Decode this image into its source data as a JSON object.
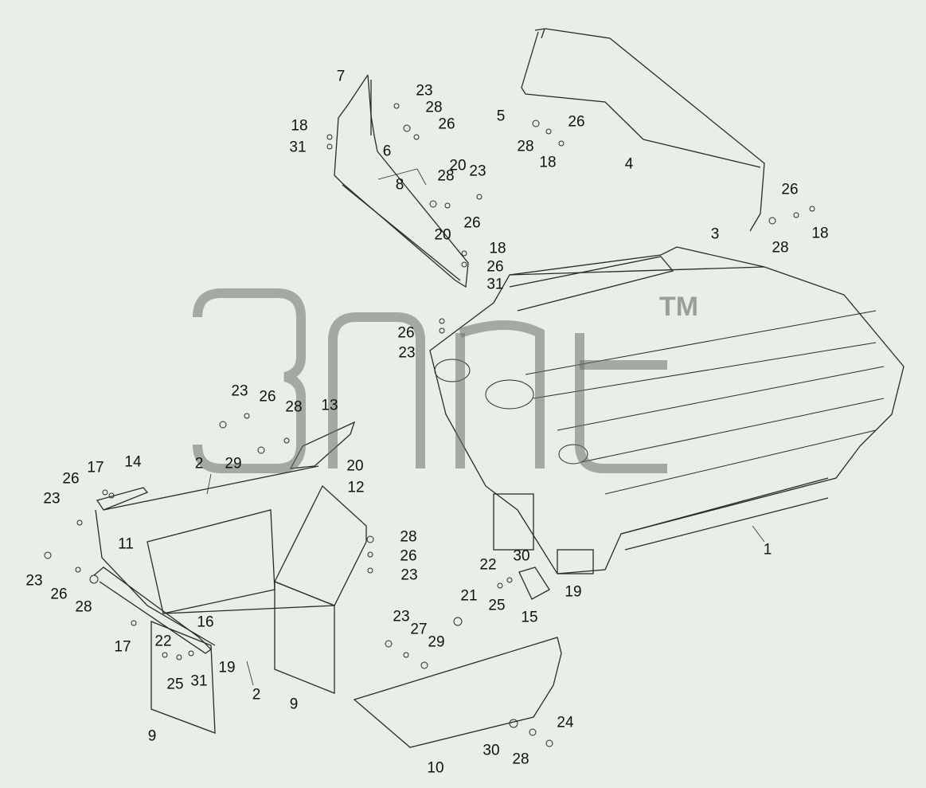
{
  "watermark": {
    "trademark": "TM"
  },
  "callouts": [
    "1",
    "2",
    "2",
    "3",
    "4",
    "5",
    "6",
    "7",
    "8",
    "9",
    "9",
    "10",
    "11",
    "12",
    "13",
    "14",
    "15",
    "16",
    "17",
    "17",
    "18",
    "18",
    "18",
    "18",
    "19",
    "19",
    "20",
    "20",
    "20",
    "21",
    "22",
    "22",
    "23",
    "23",
    "23",
    "23",
    "23",
    "23",
    "23",
    "23",
    "24",
    "25",
    "25",
    "26",
    "26",
    "26",
    "26",
    "26",
    "26",
    "26",
    "26",
    "26",
    "26",
    "27",
    "28",
    "28",
    "28",
    "28",
    "28",
    "28",
    "28",
    "28",
    "29",
    "29",
    "30",
    "30",
    "31",
    "31",
    "31"
  ],
  "colors": {
    "background": "#e9efe6",
    "line": "#2a2a2a",
    "watermark": "#6b706b"
  }
}
